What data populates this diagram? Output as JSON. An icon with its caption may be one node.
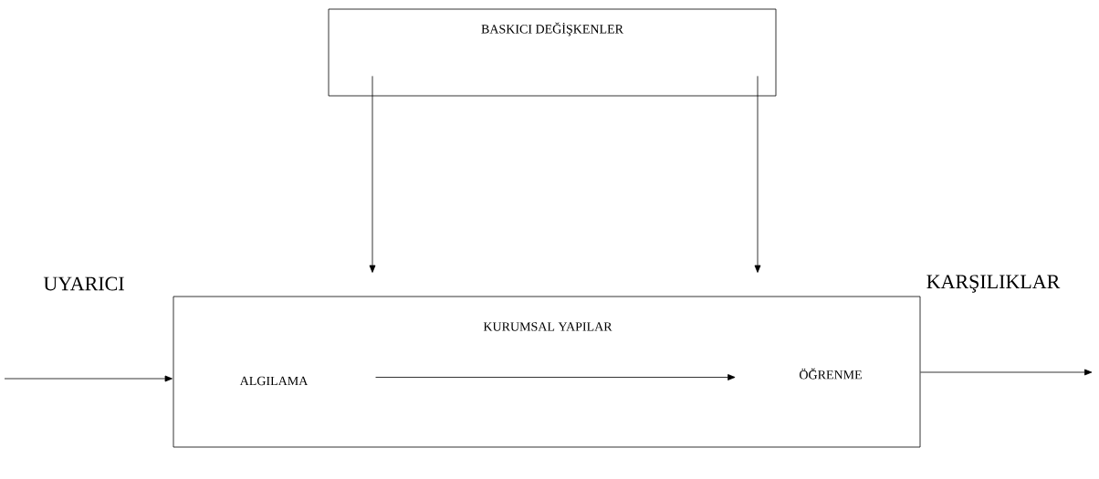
{
  "diagram": {
    "nodes": [
      {
        "text": [
          "BASKICI DEĞİŞKENLER"
        ]
      },
      {
        "text": [
          "KURUMSAL YAPILAR"
        ]
      },
      {
        "text": [
          "ALGILAMA"
        ],
        "in": 1
      },
      {
        "text": [
          "ÖĞRENME"
        ],
        "in": 1
      }
    ],
    "edges": [
      {
        "from": 0,
        "to": 1,
        "arrow": "to"
      },
      {
        "from": 0,
        "to": 1,
        "arrow": "to"
      },
      {
        "from": null,
        "to": 1,
        "arrow": "to"
      },
      {
        "from": 1,
        "to": null,
        "arrow": "to"
      },
      {
        "from": 2,
        "to": 3,
        "arrow": "to"
      }
    ],
    "labels": [
      "UYARICI",
      "KARŞILIKLAR"
    ]
  }
}
